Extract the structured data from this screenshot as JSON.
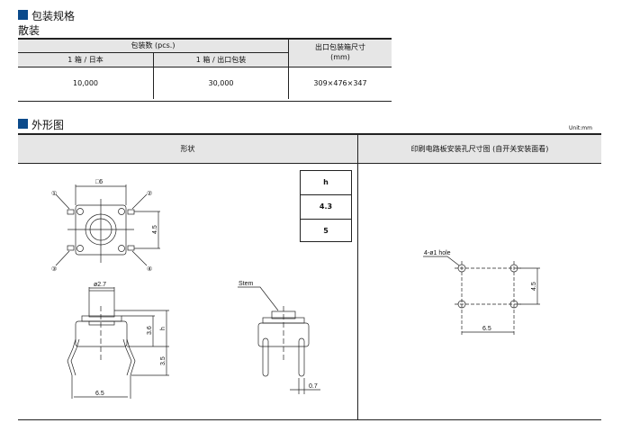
{
  "packaging": {
    "title": "包装规格",
    "subtitle": "散装",
    "header_qty": "包装数 (pcs.)",
    "header_box": "出口包装箱尺寸",
    "header_box_unit": "(mm)",
    "col1": "1 箱 / 日本",
    "col2": "1 箱 / 出口包装",
    "row": [
      "10,000",
      "30,000",
      "309×476×347"
    ]
  },
  "outline": {
    "title": "外形图",
    "unit": "Unit:mm",
    "col_shape": "形状",
    "col_pcb": "印刷电路板安装孔尺寸图 (自开关安装面看)",
    "drawing": {
      "d_square": "□6",
      "pitch_v": "4.5",
      "pin_labels": [
        "①",
        "②",
        "③",
        "④"
      ],
      "stem_dia": "ø2.7",
      "dim_36": "3.6",
      "dim_h": "h",
      "dim_35": "3.5",
      "dim_65": "6.5",
      "stem": "Stem",
      "dim_07": "0.7"
    },
    "h_table": [
      "h",
      "4.3",
      "5"
    ],
    "pcb": {
      "hole": "4-ø1 hole",
      "pitch_v": "4.5",
      "pitch_h": "6.5"
    }
  }
}
